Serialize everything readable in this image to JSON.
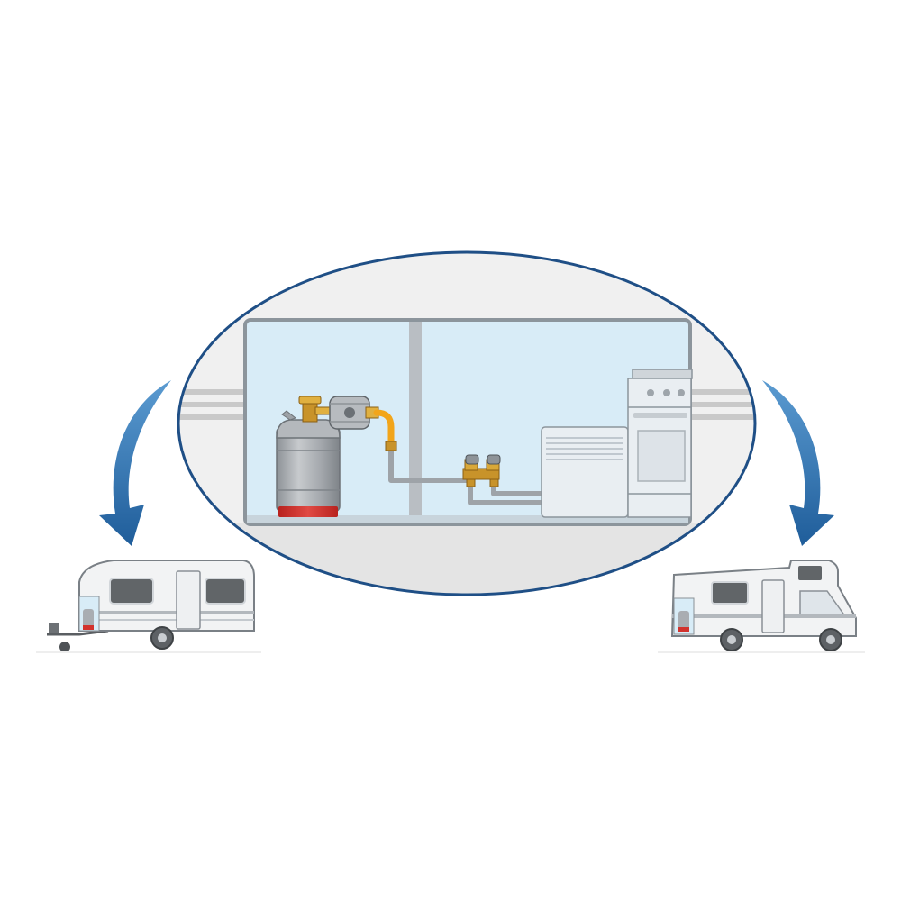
{
  "diagram": {
    "components": {
      "gas_cylinder": "gas-cylinder",
      "pressure_regulator": "pressure-regulator",
      "gas_hose": "gas-hose",
      "distribution_valves": "distribution-valves",
      "heater": "heater",
      "stove_oven": "stove-oven",
      "caravan": "caravan",
      "motorhome": "motorhome"
    },
    "colors": {
      "ellipse_outline": "#1f4f86",
      "interior_bg": "#d8ecf7",
      "cylinder_body": "#a9adb2",
      "cylinder_base": "#d2322d",
      "hose": "#f2a51a",
      "brass_fittings": "#c8932a",
      "arrow": "#2a70b0",
      "pipe": "#b8bcc2"
    }
  }
}
